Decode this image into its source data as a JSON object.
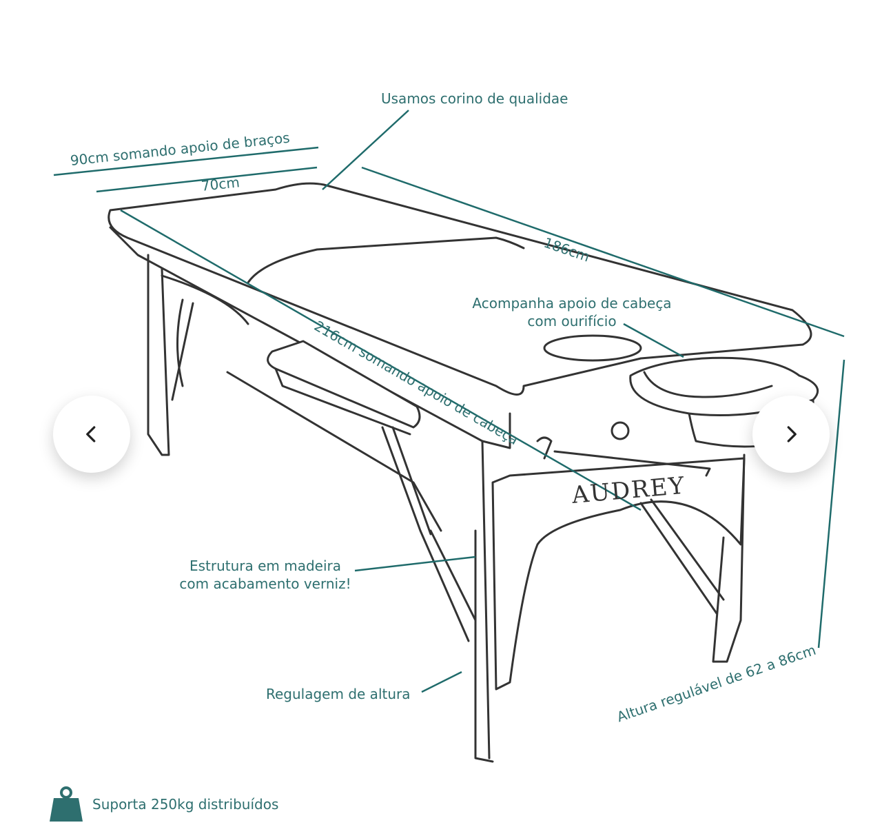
{
  "labels": {
    "material": "Usamos corino de qualidae",
    "width_arms": "90cm somando apoio de braços",
    "width": "70cm",
    "length": "186cm",
    "length_head": "216cm somando apoio de cabeça",
    "head_rest_line1": "Acompanha apoio de cabeça",
    "head_rest_line2": "com ourifício",
    "wood_line1": "Estrutura em madeira",
    "wood_line2": "com acabamento verniz!",
    "height_adjust": "Regulagem de altura",
    "height_range": "Altura regulável de 62 a 86cm",
    "brand": "AUDREY"
  },
  "badge": {
    "text": "Suporta 250kg distribuídos",
    "icon": "weight-icon"
  },
  "nav": {
    "prev_icon": "chevron-left-icon",
    "next_icon": "chevron-right-icon"
  },
  "colors": {
    "teal": "#2e6f6f",
    "line": "#1f6b6b",
    "sketch": "#333333"
  }
}
